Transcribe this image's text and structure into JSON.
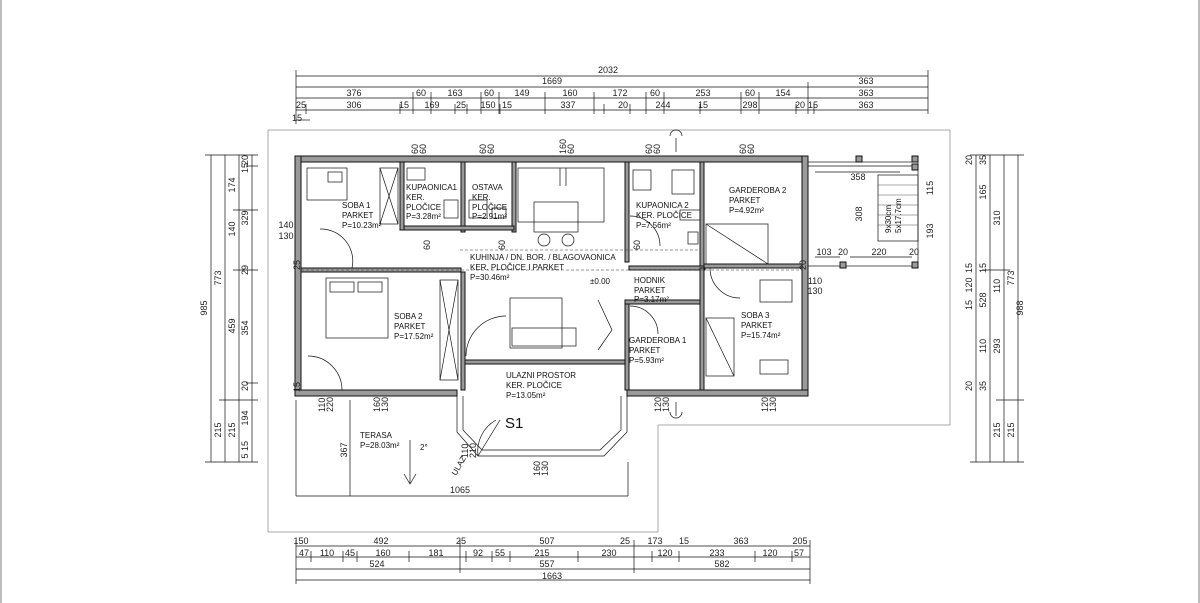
{
  "top_dims": {
    "row1": [
      "2032"
    ],
    "row2": [
      "1669",
      "363"
    ],
    "row3": [
      "376",
      "60",
      "163",
      "60",
      "149",
      "160",
      "172",
      "60",
      "253",
      "60",
      "154",
      "363"
    ],
    "row4": [
      "25",
      "306",
      "15",
      "169",
      "25",
      "150",
      "15",
      "337",
      "20",
      "244",
      "15",
      "298",
      "20",
      "15",
      "363"
    ],
    "small": [
      "15"
    ]
  },
  "bottom_dims": {
    "row1": [
      "150",
      "492",
      "25",
      "507",
      "25",
      "173",
      "15",
      "363",
      "205"
    ],
    "row2": [
      "47",
      "110",
      "45",
      "160",
      "181",
      "92",
      "55",
      "215",
      "230",
      "120",
      "233",
      "120",
      "57"
    ],
    "row3": [
      "524",
      "557",
      "582"
    ],
    "row4": [
      "1663"
    ]
  },
  "left_dims": {
    "outer": [
      "985"
    ],
    "mid": [
      "773",
      "215"
    ],
    "inner": [
      "174",
      "329",
      "459",
      "215"
    ],
    "detail": [
      "20",
      "15",
      "140",
      "29",
      "354",
      "20",
      "194",
      "15",
      "5"
    ],
    "opening": [
      "140",
      "130"
    ]
  },
  "right_dims": {
    "outer": [
      "988"
    ],
    "mid": [
      "773",
      "215"
    ],
    "col3": [
      "310",
      "528",
      "293",
      "215"
    ],
    "col2": [
      "165",
      "110",
      "120",
      "110",
      "15"
    ],
    "detail": [
      "20",
      "35",
      "15",
      "15",
      "20",
      "35"
    ]
  },
  "rooms": [
    {
      "id": "soba1",
      "lines": [
        "SOBA 1",
        "PARKET",
        "P=10.23m²"
      ]
    },
    {
      "id": "kupaonica1",
      "lines": [
        "KUPAONICA1",
        "KER.",
        "PLOČICE",
        "P=3.28m²"
      ]
    },
    {
      "id": "ostava",
      "lines": [
        "OSTAVA",
        "KER.",
        "PLOČICE",
        "P=2.91m²"
      ]
    },
    {
      "id": "kupaonica2",
      "lines": [
        "KUPAONICA 2",
        "KER. PLOČICE",
        "P=7.56m²"
      ]
    },
    {
      "id": "garderoba2",
      "lines": [
        "GARDEROBA 2",
        "PARKET",
        "P=4.92m²"
      ]
    },
    {
      "id": "kuhinja",
      "lines": [
        "KUHINJA / DN. BOR. / BLAGOVAONICA",
        "KER. PLOČICE I PARKET",
        "P=30.46m²"
      ]
    },
    {
      "id": "soba2",
      "lines": [
        "SOBA 2",
        "PARKET",
        "P=17.52m²"
      ]
    },
    {
      "id": "hodnik",
      "lines": [
        "HODNIK",
        "PARKET",
        "P=3.17m²"
      ]
    },
    {
      "id": "soba3",
      "lines": [
        "SOBA 3",
        "PARKET",
        "P=15.74m²"
      ]
    },
    {
      "id": "garderoba1",
      "lines": [
        "GARDEROBA 1",
        "PARKET",
        "P=5.93m²"
      ]
    },
    {
      "id": "ulazni",
      "lines": [
        "ULAZNI PROSTOR",
        "KER. PLOČICE",
        "P=13.05m²"
      ]
    },
    {
      "id": "terasa",
      "lines": [
        "TERASA",
        "P=28.03m²"
      ]
    }
  ],
  "labels": {
    "section_marker": "S1",
    "level": "±0.00",
    "entrance": "ULAZ",
    "slope": "2°",
    "terrace_width": "1065",
    "terrace_depth": "367",
    "stair": "9x30cm",
    "stair2": "5x17.7cm",
    "deck_dims": [
      "358",
      "308",
      "103",
      "20",
      "220",
      "20",
      "115",
      "193"
    ],
    "openings": [
      "60",
      "60",
      "60",
      "60",
      "160",
      "60",
      "60",
      "60",
      "60",
      "60",
      "60",
      "60",
      "60",
      "110",
      "130",
      "110",
      "220",
      "160",
      "130",
      "120",
      "130",
      "120",
      "130",
      "110",
      "210",
      "160",
      "130",
      "25",
      "15",
      "20"
    ]
  }
}
